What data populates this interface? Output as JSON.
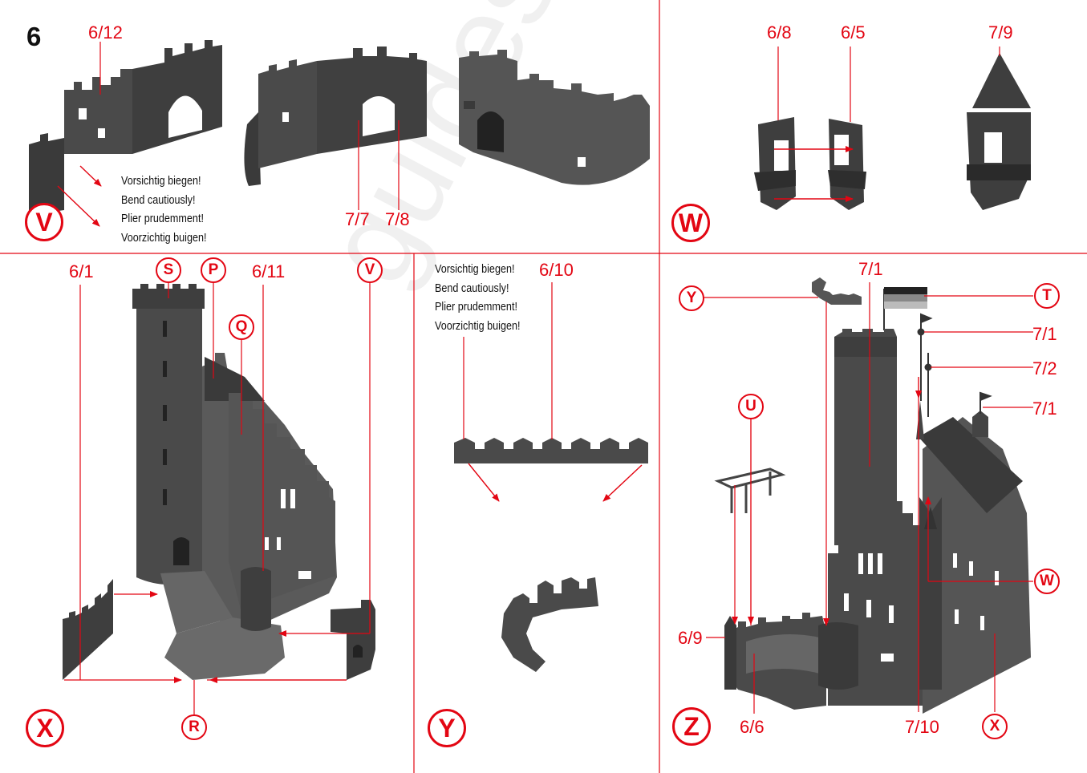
{
  "step_number": "6",
  "watermark": "guides.com",
  "notes": {
    "bend_top": [
      "Vorsichtig biegen!",
      "Bend cautiously!",
      "Plier prudemment!",
      "Voorzichtig buigen!"
    ],
    "bend_y": [
      "Vorsichtig biegen!",
      "Bend cautiously!",
      "Plier prudemment!",
      "Voorzichtig buigen!"
    ]
  },
  "panels": {
    "v": {
      "badge": "V",
      "labels": {
        "p612": "6/12",
        "p77": "7/7",
        "p78": "7/8"
      }
    },
    "w": {
      "badge": "W",
      "labels": {
        "p68": "6/8",
        "p65": "6/5",
        "p79": "7/9"
      }
    },
    "x": {
      "badge": "X",
      "labels": {
        "p61": "6/1",
        "p611": "6/11"
      },
      "markers": {
        "s": "S",
        "p": "P",
        "q": "Q",
        "v": "V",
        "r": "R"
      }
    },
    "y": {
      "badge": "Y",
      "labels": {
        "p610": "6/10"
      }
    },
    "z": {
      "badge": "Z",
      "labels": {
        "p71a": "7/1",
        "p71b": "7/1",
        "p72": "7/2",
        "p71c": "7/1",
        "p69": "6/9",
        "p66": "6/6",
        "p710": "7/10"
      },
      "markers": {
        "y": "Y",
        "t": "T",
        "u": "U",
        "w": "W",
        "x": "X"
      }
    }
  },
  "colors": {
    "accent": "#e30613",
    "model": "#4a4a4a",
    "text": "#111111"
  }
}
